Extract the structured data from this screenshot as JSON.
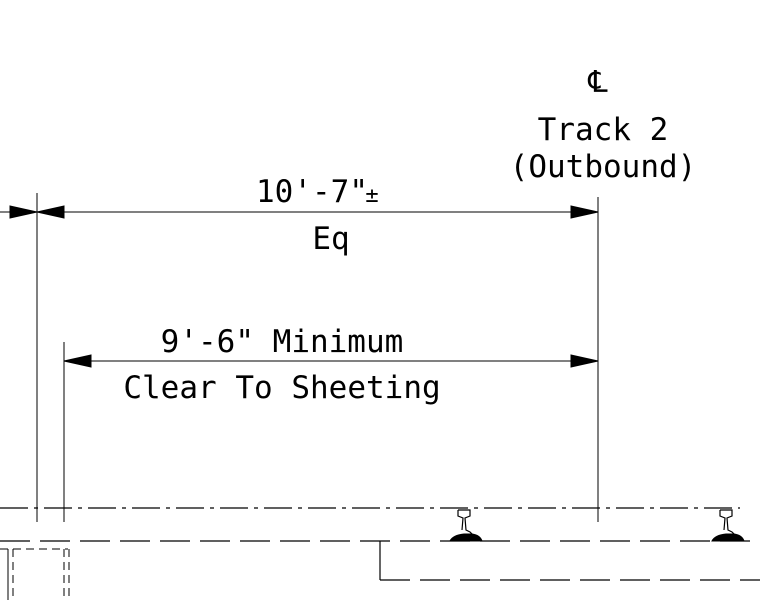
{
  "track": {
    "centerline_symbol": "℄",
    "name": "Track 2",
    "direction": "(Outbound)"
  },
  "dim_upper": {
    "value": "10'-7\"",
    "tolerance": "±",
    "note": "Eq"
  },
  "dim_lower": {
    "value": "9'-6\" Minimum",
    "note": "Clear To Sheeting"
  }
}
